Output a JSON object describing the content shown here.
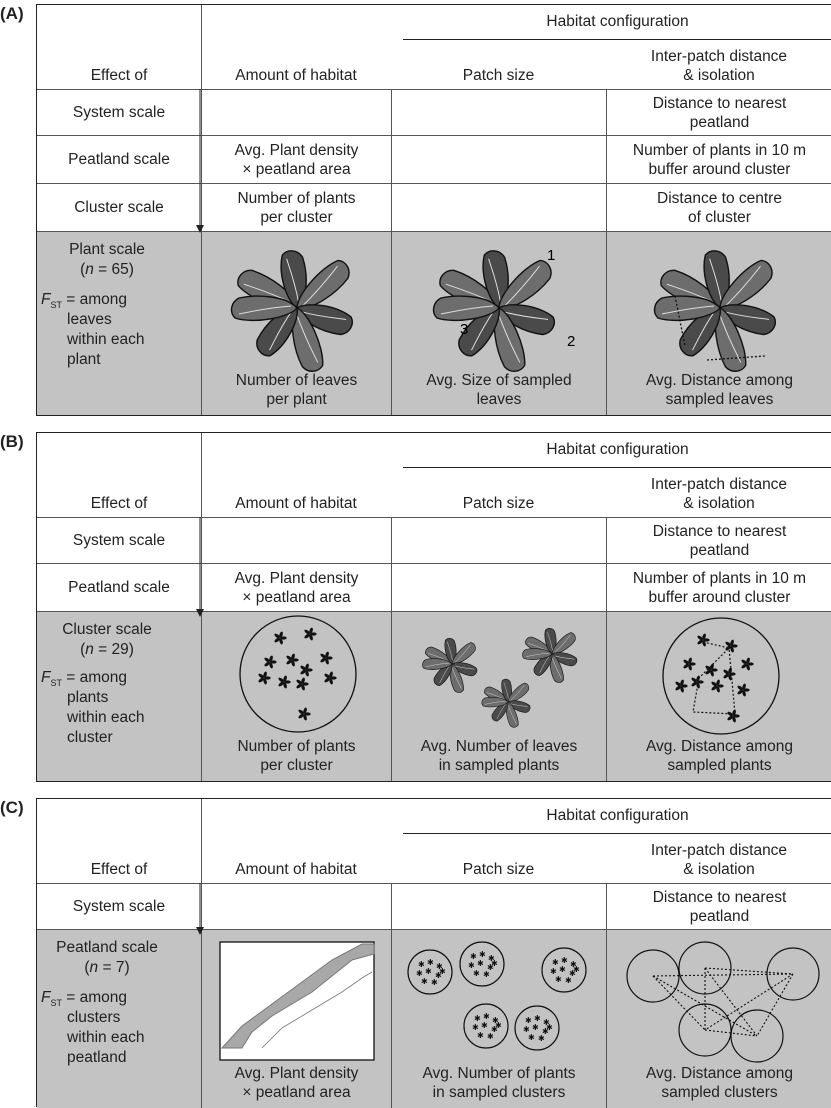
{
  "panels": [
    {
      "label": "(A)",
      "header": {
        "habitat_configuration": "Habitat configuration",
        "effect_of": "Effect of",
        "amount_of_habitat": "Amount of habitat",
        "patch_size": "Patch size",
        "inter_patch_line1": "Inter-patch distance",
        "inter_patch_line2": "& isolation"
      },
      "rows": [
        {
          "scale": "System scale",
          "amount": [
            "",
            ""
          ],
          "patch": [
            "",
            ""
          ],
          "inter": [
            "Distance to nearest",
            "peatland"
          ]
        },
        {
          "scale": "Peatland scale",
          "amount": [
            "Avg. Plant density",
            "× peatland area"
          ],
          "patch": [
            "",
            ""
          ],
          "inter": [
            "Number of plants in 10 m",
            "buffer around cluster"
          ]
        },
        {
          "scale": "Cluster scale",
          "amount": [
            "Number of plants",
            "per cluster"
          ],
          "patch": [
            "",
            ""
          ],
          "inter": [
            "Distance to centre",
            "of cluster"
          ]
        }
      ],
      "focal": {
        "scale_line1": "Plant scale",
        "n_prefix": "(",
        "n_italic": "n",
        "n_value": " = 65)",
        "fst_F": "F",
        "fst_sub": "ST",
        "fst_eq": " = among",
        "fst_lines": [
          "leaves",
          "within each",
          "plant"
        ],
        "amount": [
          "Number of leaves",
          "per plant"
        ],
        "patch": [
          "Avg. Size of sampled",
          "leaves"
        ],
        "inter": [
          "Avg. Distance among",
          "sampled leaves"
        ],
        "leaf_numbers": [
          "1",
          "2",
          "3"
        ]
      }
    },
    {
      "label": "(B)",
      "header": {
        "habitat_configuration": "Habitat configuration",
        "effect_of": "Effect of",
        "amount_of_habitat": "Amount of habitat",
        "patch_size": "Patch size",
        "inter_patch_line1": "Inter-patch distance",
        "inter_patch_line2": "& isolation"
      },
      "rows": [
        {
          "scale": "System scale",
          "amount": [
            "",
            ""
          ],
          "patch": [
            "",
            ""
          ],
          "inter": [
            "Distance to nearest",
            "peatland"
          ]
        },
        {
          "scale": "Peatland scale",
          "amount": [
            "Avg. Plant density",
            "× peatland area"
          ],
          "patch": [
            "",
            ""
          ],
          "inter": [
            "Number of plants in 10 m",
            "buffer around cluster"
          ]
        }
      ],
      "focal": {
        "scale_line1": "Cluster scale",
        "n_prefix": "(",
        "n_italic": "n",
        "n_value": " = 29)",
        "fst_F": "F",
        "fst_sub": "ST",
        "fst_eq": " = among",
        "fst_lines": [
          "plants",
          "within each",
          "cluster"
        ],
        "amount": [
          "Number of plants",
          "per cluster"
        ],
        "patch": [
          "Avg. Number of leaves",
          "in sampled plants"
        ],
        "inter": [
          "Avg. Distance among",
          "sampled plants"
        ]
      }
    },
    {
      "label": "(C)",
      "header": {
        "habitat_configuration": "Habitat configuration",
        "effect_of": "Effect of",
        "amount_of_habitat": "Amount of habitat",
        "patch_size": "Patch size",
        "inter_patch_line1": "Inter-patch distance",
        "inter_patch_line2": "& isolation"
      },
      "rows": [
        {
          "scale": "System scale",
          "amount": [
            "",
            ""
          ],
          "patch": [
            "",
            ""
          ],
          "inter": [
            "Distance to nearest",
            "peatland"
          ]
        }
      ],
      "focal": {
        "scale_line1": "Peatland scale",
        "n_prefix": "(",
        "n_italic": "n",
        "n_value": " = 7)",
        "fst_F": "F",
        "fst_sub": "ST",
        "fst_eq": " = among",
        "fst_lines": [
          "clusters",
          "within each",
          "peatland"
        ],
        "amount": [
          "Avg. Plant density",
          "× peatland area"
        ],
        "patch": [
          "Avg. Number of plants",
          "in sampled clusters"
        ],
        "inter": [
          "Avg. Distance among",
          "sampled clusters"
        ]
      }
    }
  ]
}
